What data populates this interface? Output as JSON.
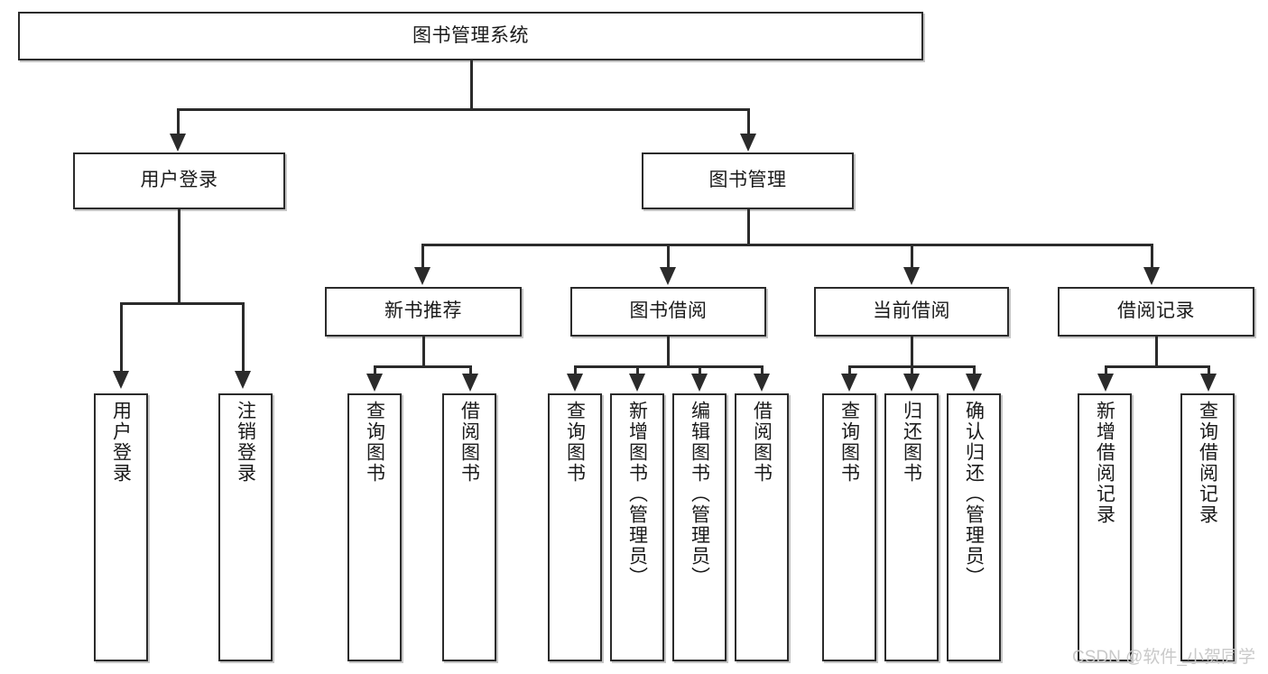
{
  "diagram": {
    "type": "tree-hierarchy",
    "title": "图书管理系统",
    "root": {
      "id": "root",
      "label": "图书管理系统",
      "level": 1,
      "orientation": "horizontal"
    },
    "level2": [
      {
        "id": "user-login",
        "label": "用户登录",
        "orientation": "horizontal"
      },
      {
        "id": "book-manage",
        "label": "图书管理",
        "orientation": "horizontal"
      }
    ],
    "level3": [
      {
        "id": "new-book-recommend",
        "label": "新书推荐",
        "parent": "book-manage",
        "orientation": "horizontal"
      },
      {
        "id": "book-borrow",
        "label": "图书借阅",
        "parent": "book-manage",
        "orientation": "horizontal"
      },
      {
        "id": "current-borrow",
        "label": "当前借阅",
        "parent": "book-manage",
        "orientation": "horizontal"
      },
      {
        "id": "borrow-record",
        "label": "借阅记录",
        "parent": "book-manage",
        "orientation": "horizontal"
      }
    ],
    "leaves": [
      {
        "id": "leaf-user-login",
        "label": "用户登录",
        "parent": "user-login",
        "orientation": "vertical"
      },
      {
        "id": "leaf-logout-login",
        "label": "注销登录",
        "parent": "user-login",
        "orientation": "vertical"
      },
      {
        "id": "leaf-query-book-1",
        "label": "查询图书",
        "parent": "new-book-recommend",
        "orientation": "vertical"
      },
      {
        "id": "leaf-borrow-book-1",
        "label": "借阅图书",
        "parent": "new-book-recommend",
        "orientation": "vertical"
      },
      {
        "id": "leaf-query-book-2",
        "label": "查询图书",
        "parent": "book-borrow",
        "orientation": "vertical"
      },
      {
        "id": "leaf-add-book",
        "label": "新增图书（管理员）",
        "parent": "book-borrow",
        "orientation": "vertical"
      },
      {
        "id": "leaf-edit-book",
        "label": "编辑图书（管理员）",
        "parent": "book-borrow",
        "orientation": "vertical"
      },
      {
        "id": "leaf-borrow-book-2",
        "label": "借阅图书",
        "parent": "book-borrow",
        "orientation": "vertical"
      },
      {
        "id": "leaf-query-book-3",
        "label": "查询图书",
        "parent": "current-borrow",
        "orientation": "vertical"
      },
      {
        "id": "leaf-return-book",
        "label": "归还图书",
        "parent": "current-borrow",
        "orientation": "vertical"
      },
      {
        "id": "leaf-confirm-return",
        "label": "确认归还（管理员）",
        "parent": "current-borrow",
        "orientation": "vertical"
      },
      {
        "id": "leaf-add-record",
        "label": "新增借阅记录",
        "parent": "borrow-record",
        "orientation": "vertical"
      },
      {
        "id": "leaf-query-record",
        "label": "查询借阅记录",
        "parent": "borrow-record",
        "orientation": "vertical"
      }
    ]
  },
  "watermark": {
    "text": "CSDN @软件_小贺同学"
  },
  "colors": {
    "border": "#2b2b2b",
    "background": "#ffffff",
    "text": "#1a1a1a",
    "watermark": "#c9c9c9"
  }
}
